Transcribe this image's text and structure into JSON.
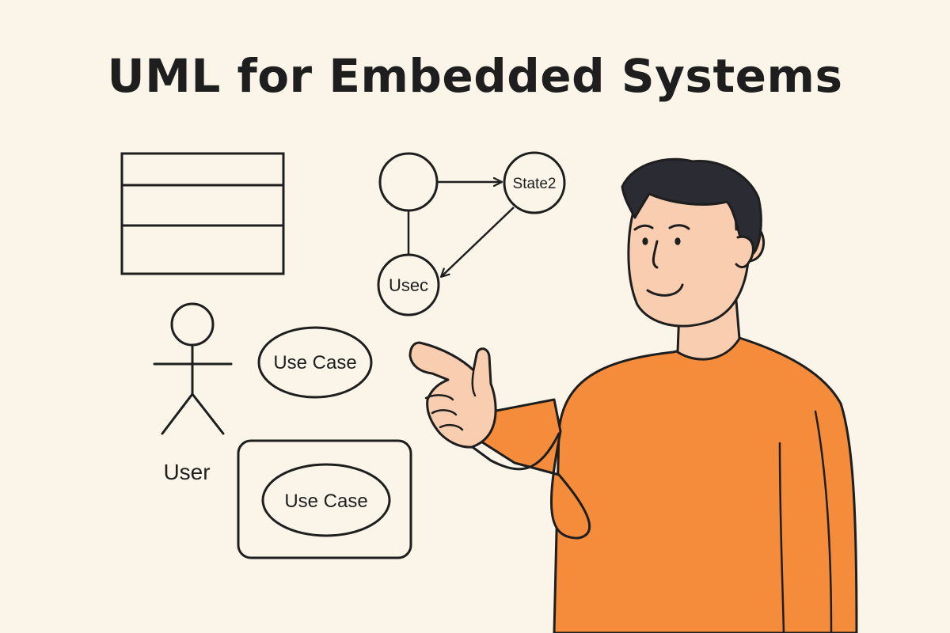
{
  "title": "UML for Embedded Systems",
  "state_diagram": {
    "state_a_label": "",
    "state_b_label": "State2",
    "state_c_label": "Usec"
  },
  "use_case_diagram": {
    "actor_label": "User",
    "use_case_1_label": "Use Case",
    "use_case_2_label": "Use Case"
  },
  "colors": {
    "background": "#fbf5e9",
    "ink": "#1e1e1e",
    "shirt": "#f48c3c",
    "skin": "#f8cdb0",
    "hair": "#2a2b33"
  },
  "icons": [
    "class-diagram-icon",
    "stick-figure-actor-icon",
    "presenter-pointing-illustration"
  ]
}
